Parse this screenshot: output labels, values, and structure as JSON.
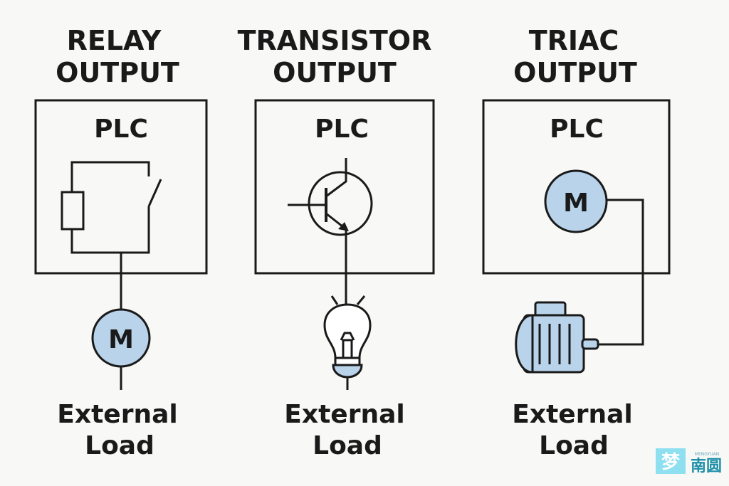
{
  "columns": [
    {
      "title_line1": "RELAY",
      "title_line2": "OUTPUT",
      "plc_label": "PLC",
      "device": "relay-coil-and-contact",
      "load_symbol": "M",
      "load_label_line1": "External",
      "load_label_line2": "Load"
    },
    {
      "title_line1": "TRANSISTOR",
      "title_line2": "OUTPUT",
      "plc_label": "PLC",
      "device": "npn-transistor",
      "load_symbol": "lightbulb",
      "load_label_line1": "External",
      "load_label_line2": "Load"
    },
    {
      "title_line1": "TRIAC",
      "title_line2": "OUTPUT",
      "plc_label": "PLC",
      "device_symbol": "M",
      "load_symbol": "electric-motor",
      "load_label_line1": "External",
      "load_label_line2": "Load"
    }
  ],
  "watermark": {
    "glyph1": "梦",
    "glyph2": "南圆",
    "small": "MENGYUAN"
  },
  "colors": {
    "background": "#f8f8f6",
    "stroke": "#1a1a1a",
    "motor_fill": "#b8d3ea",
    "bulb_base_fill": "#b8d3ea",
    "watermark_bg": "#8ee0f0",
    "watermark_text": "#1d8fa8"
  }
}
